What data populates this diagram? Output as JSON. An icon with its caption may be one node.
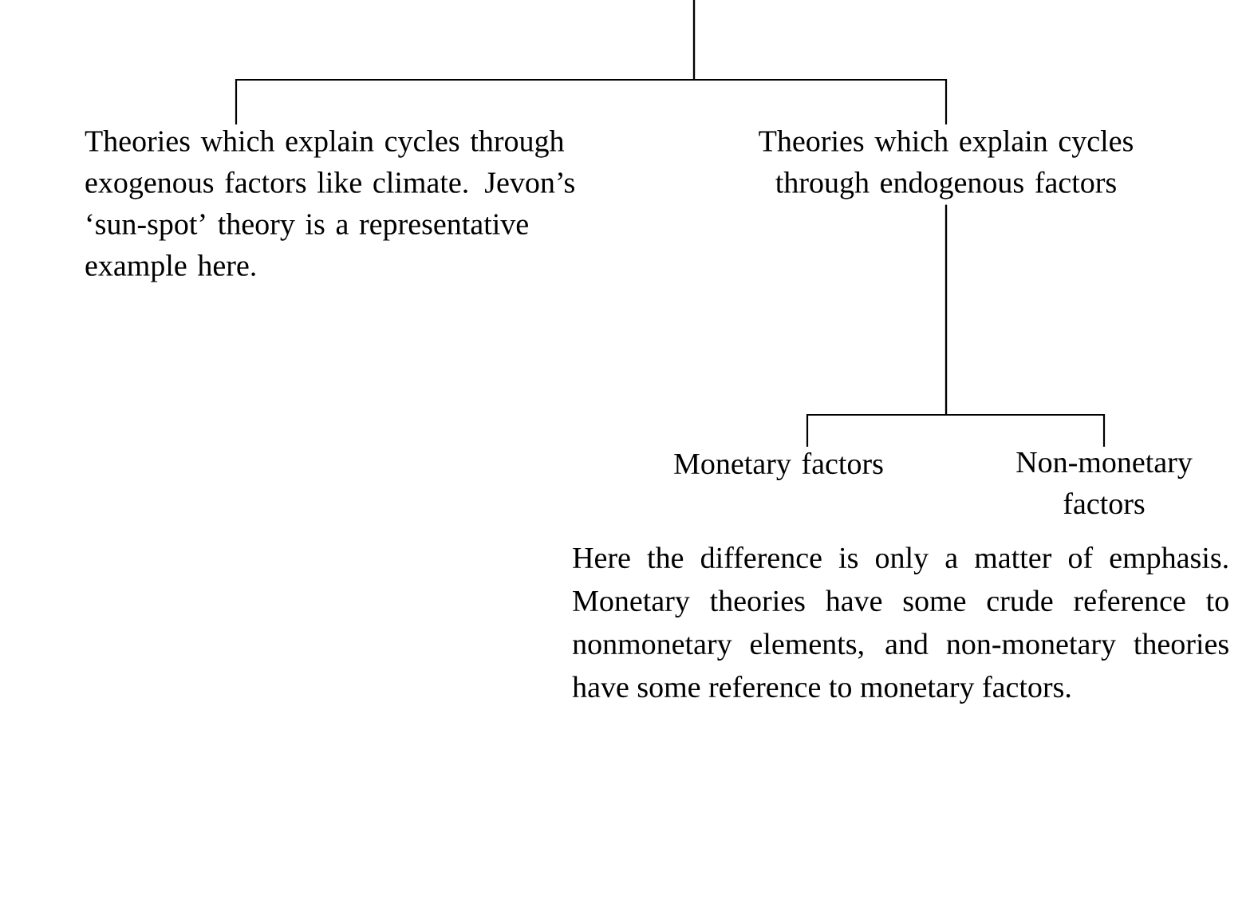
{
  "diagram": {
    "nodes": [
      {
        "text": [
          "Theories which explain cycles through exogenous factors like climate. Jevon’s ‘sun-spot’ theory is a representative example here."
        ]
      },
      {
        "text": [
          "Theories which explain cycles through endogenous factors"
        ]
      },
      {
        "text": [
          "Monetary factors"
        ]
      },
      {
        "text": [
          "Non-monetary factors"
        ]
      }
    ],
    "edges": [
      {
        "from": null,
        "to": 0,
        "arrow": "none"
      },
      {
        "from": null,
        "to": 1,
        "arrow": "none"
      },
      {
        "from": 1,
        "to": 2,
        "arrow": "none"
      },
      {
        "from": 1,
        "to": 3,
        "arrow": "none"
      }
    ],
    "labels": [
      "Here the difference is only a matter of emphasis. Monetary theories have some crude reference to nonmonetary elements, and non-monetary theories have some reference to monetary factors."
    ]
  }
}
